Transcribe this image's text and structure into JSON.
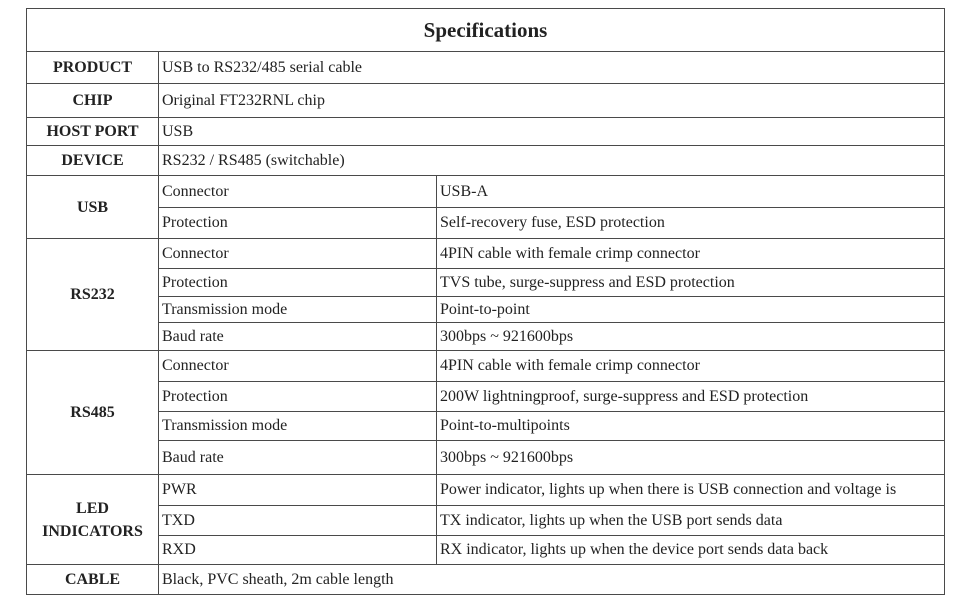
{
  "title": "Specifications",
  "product": {
    "label": "PRODUCT",
    "value": "USB to RS232/485 serial cable"
  },
  "chip": {
    "label": "CHIP",
    "value": "Original FT232RNL chip"
  },
  "host_port": {
    "label": "HOST PORT",
    "value": "USB"
  },
  "device": {
    "label": "DEVICE",
    "value": "RS232 / RS485 (switchable)"
  },
  "usb": {
    "label": "USB",
    "rows": [
      {
        "key": "Connector",
        "value": "USB-A"
      },
      {
        "key": "Protection",
        "value": "Self-recovery fuse, ESD protection"
      }
    ]
  },
  "rs232": {
    "label": "RS232",
    "rows": [
      {
        "key": "Connector",
        "value": "4PIN cable with female crimp connector"
      },
      {
        "key": "Protection",
        "value": "TVS tube, surge-suppress and ESD protection"
      },
      {
        "key": "Transmission mode",
        "value": "Point-to-point"
      },
      {
        "key": "Baud rate",
        "value": "300bps ~ 921600bps"
      }
    ]
  },
  "rs485": {
    "label": "RS485",
    "rows": [
      {
        "key": "Connector",
        "value": "4PIN cable with female crimp connector"
      },
      {
        "key": "Protection",
        "value": "200W lightningproof, surge-suppress and ESD protection"
      },
      {
        "key": "Transmission mode",
        "value": "Point-to-multipoints"
      },
      {
        "key": "Baud rate",
        "value": "300bps ~ 921600bps"
      }
    ]
  },
  "led": {
    "label_line1": "LED",
    "label_line2": "INDICATORS",
    "rows": [
      {
        "key": "PWR",
        "value": "Power indicator, lights up when there is USB connection and voltage is"
      },
      {
        "key": "TXD",
        "value": "TX indicator, lights up when the USB port sends data"
      },
      {
        "key": "RXD",
        "value": "RX indicator, lights up when the device port sends data back"
      }
    ]
  },
  "cable": {
    "label": "CABLE",
    "value": "Black, PVC sheath, 2m cable length"
  }
}
